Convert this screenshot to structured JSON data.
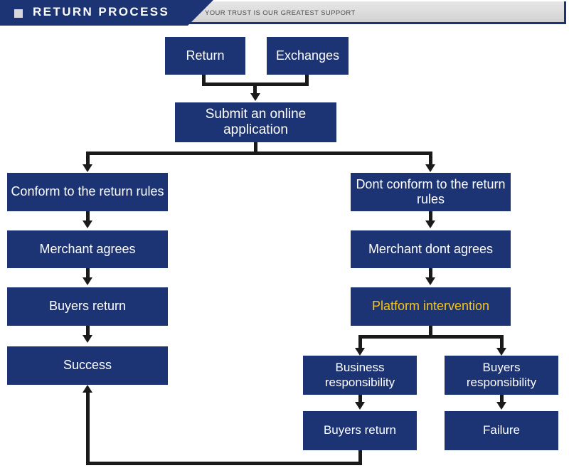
{
  "header": {
    "bullet_icon": "square-bullet-icon",
    "title": "RETURN PROCESS",
    "subtitle": "YOUR TRUST IS OUR GREATEST SUPPORT",
    "navy_color": "#1d3474",
    "gray_color": "#dcdcdc"
  },
  "theme": {
    "node_fill": "#1d3474",
    "node_text": "#ffffff",
    "accent_text": "#f5c518",
    "connector": "#1a1a1a",
    "background": "#ffffff"
  },
  "flowchart": {
    "title": "RETURN PROCESS",
    "nodes": [
      {
        "id": "return",
        "label": "Return",
        "accent": false
      },
      {
        "id": "exchanges",
        "label": "Exchanges",
        "accent": false
      },
      {
        "id": "submit",
        "label": "Submit an online application",
        "accent": false
      },
      {
        "id": "conform",
        "label": "Conform to the return rules",
        "accent": false
      },
      {
        "id": "merchant-agrees",
        "label": "Merchant agrees",
        "accent": false
      },
      {
        "id": "buyers-return-left",
        "label": "Buyers return",
        "accent": false
      },
      {
        "id": "success",
        "label": "Success",
        "accent": false
      },
      {
        "id": "dont-conform",
        "label": "Dont conform to the return rules",
        "accent": false
      },
      {
        "id": "merchant-dont-agrees",
        "label": "Merchant dont agrees",
        "accent": false
      },
      {
        "id": "platform",
        "label": "Platform intervention",
        "accent": true
      },
      {
        "id": "business-resp",
        "label": "Business responsibility",
        "accent": false
      },
      {
        "id": "buyers-resp",
        "label": "Buyers responsibility",
        "accent": false
      },
      {
        "id": "buyers-return-right",
        "label": "Buyers return",
        "accent": false
      },
      {
        "id": "failure",
        "label": "Failure",
        "accent": false
      }
    ],
    "edges": [
      {
        "from": "return",
        "to": "submit"
      },
      {
        "from": "exchanges",
        "to": "submit"
      },
      {
        "from": "submit",
        "to": "conform"
      },
      {
        "from": "submit",
        "to": "dont-conform"
      },
      {
        "from": "conform",
        "to": "merchant-agrees"
      },
      {
        "from": "merchant-agrees",
        "to": "buyers-return-left"
      },
      {
        "from": "buyers-return-left",
        "to": "success"
      },
      {
        "from": "dont-conform",
        "to": "merchant-dont-agrees"
      },
      {
        "from": "merchant-dont-agrees",
        "to": "platform"
      },
      {
        "from": "platform",
        "to": "business-resp"
      },
      {
        "from": "platform",
        "to": "buyers-resp"
      },
      {
        "from": "business-resp",
        "to": "buyers-return-right"
      },
      {
        "from": "buyers-resp",
        "to": "failure"
      },
      {
        "from": "buyers-return-right",
        "to": "success"
      }
    ]
  }
}
